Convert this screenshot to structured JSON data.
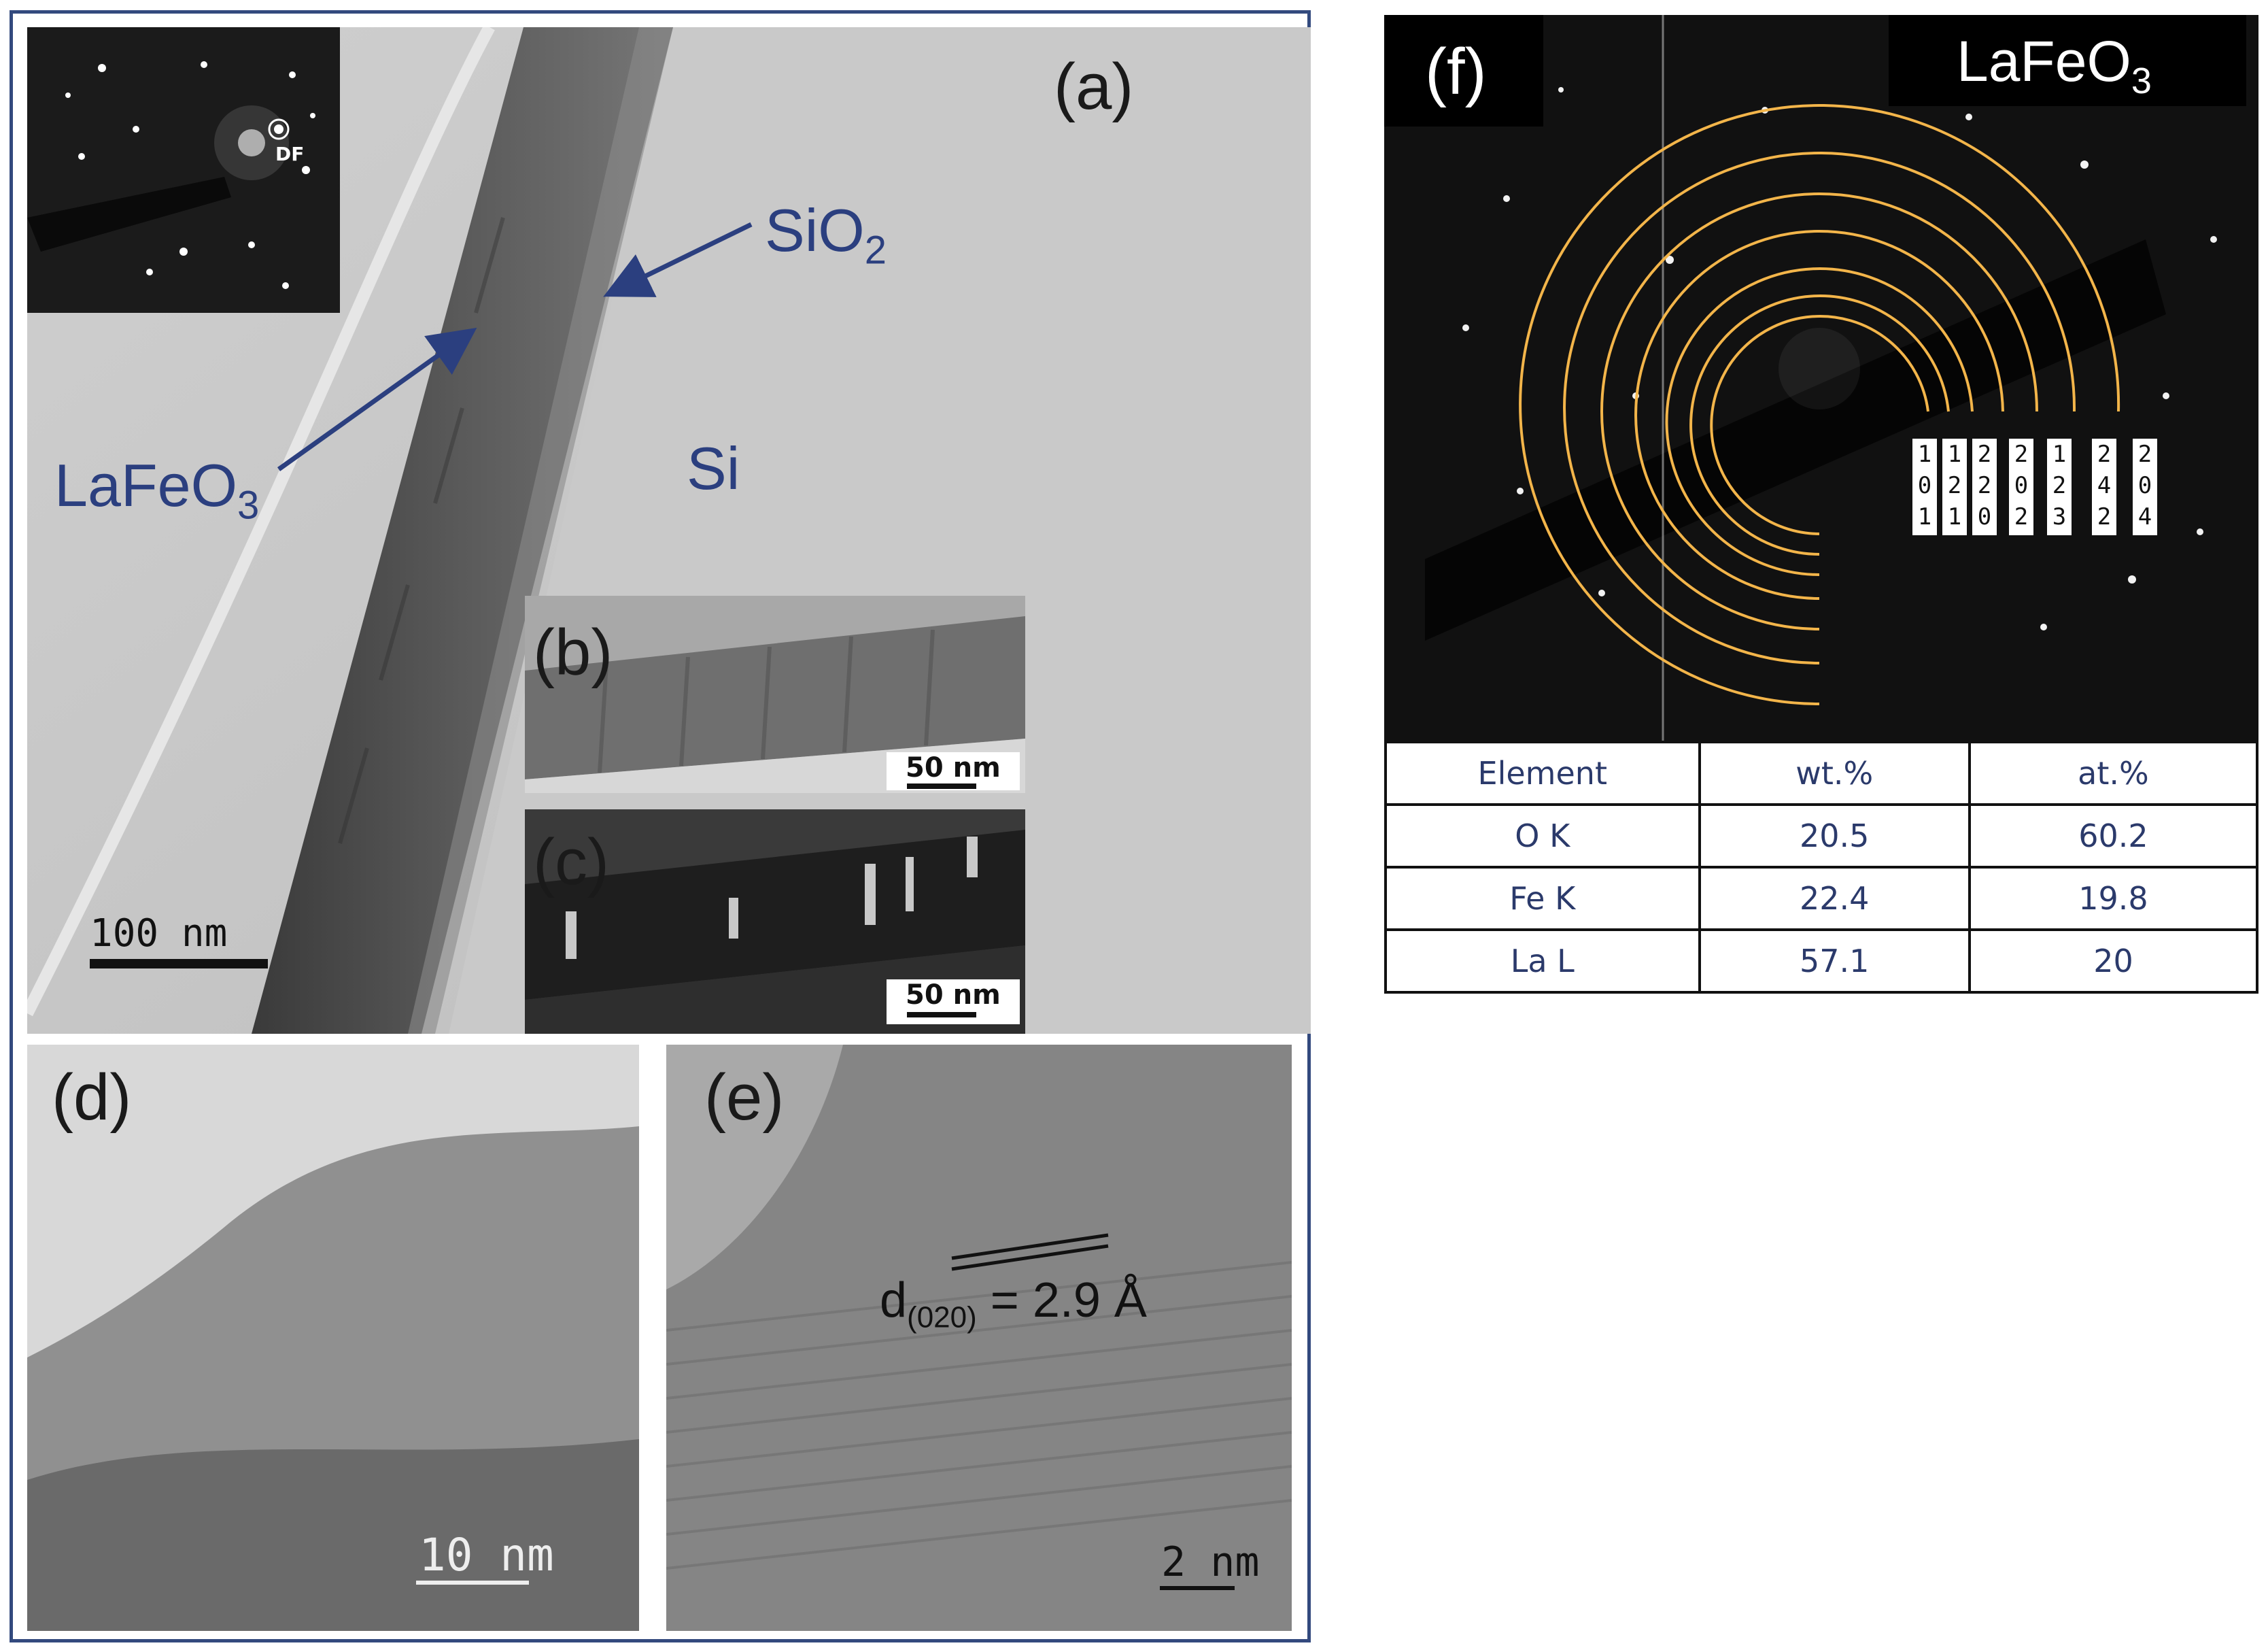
{
  "panel_a": {
    "label": "(a)",
    "inset_label": "DF",
    "sio2_prefix": "SiO",
    "sio2_sub": "2",
    "si": "Si",
    "lafeo3_prefix": "LaFeO",
    "lafeo3_sub": "3",
    "scalebar": "100 nm"
  },
  "panel_b": {
    "label": "(b)",
    "scalebar": "50 nm"
  },
  "panel_c": {
    "label": "(c)",
    "scalebar": "50 nm"
  },
  "panel_d": {
    "label": "(d)",
    "scalebar": "10 nm"
  },
  "panel_e": {
    "label": "(e)",
    "d_prefix": "d",
    "d_sub": "(020)",
    "d_value": " = 2.9 Å",
    "scalebar": "2 nm"
  },
  "panel_f": {
    "label": "(f)",
    "title_prefix": "LaFeO",
    "title_sub": "3",
    "hkl": [
      [
        "1",
        "0",
        "1"
      ],
      [
        "1",
        "2",
        "1"
      ],
      [
        "2",
        "2",
        "0"
      ],
      [
        "2",
        "0",
        "2"
      ],
      [
        "1",
        "2",
        "3"
      ],
      [
        "2",
        "4",
        "2"
      ],
      [
        "2",
        "0",
        "4"
      ]
    ]
  },
  "eds_table": {
    "headers": [
      "Element",
      "wt.%",
      "at.%"
    ],
    "rows": [
      [
        "O K",
        "20.5",
        "60.2"
      ],
      [
        "Fe K",
        "22.4",
        "19.8"
      ],
      [
        "La L",
        "57.1",
        "20"
      ]
    ]
  },
  "colors": {
    "frame": "#334a7e",
    "label_blue": "#2b3f7f",
    "ring": "#f3b54a",
    "table_text": "#2b3a6b"
  }
}
